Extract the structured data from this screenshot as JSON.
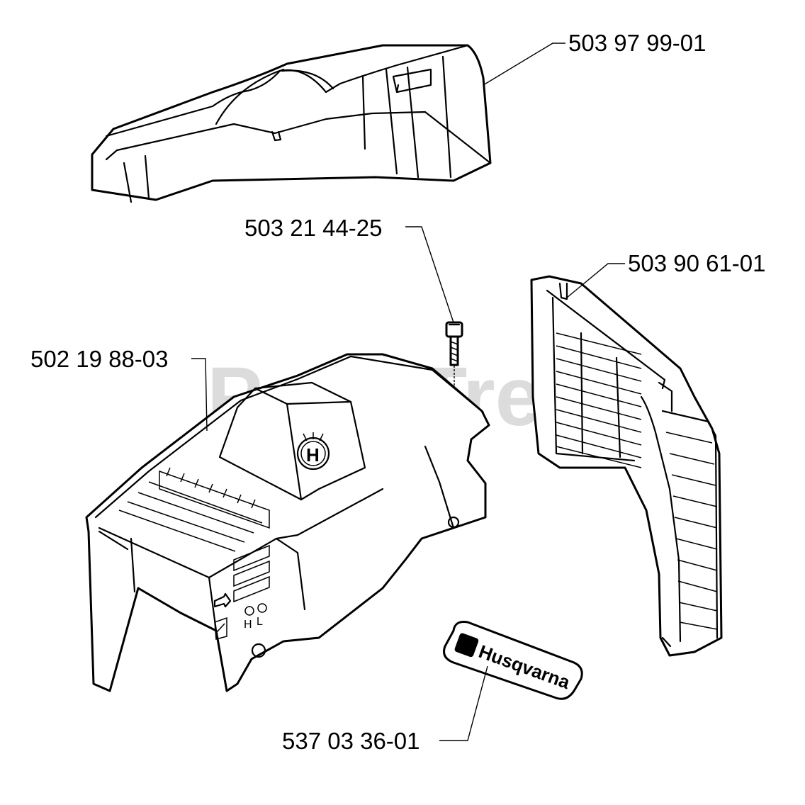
{
  "watermark": "PartsTree",
  "parts": [
    {
      "id": "top-cover",
      "part_number": "503 97 99-01"
    },
    {
      "id": "screw",
      "part_number": "503 21 44-25"
    },
    {
      "id": "air-filter-cover",
      "part_number": "503 90 61-01"
    },
    {
      "id": "cylinder-cover",
      "part_number": "502 19 88-03"
    },
    {
      "id": "decal",
      "part_number": "537 03 36-01"
    }
  ],
  "decal_text": "Husqvarna",
  "logo_letter": "H",
  "choke_labels": {
    "h": "H",
    "l": "L"
  }
}
